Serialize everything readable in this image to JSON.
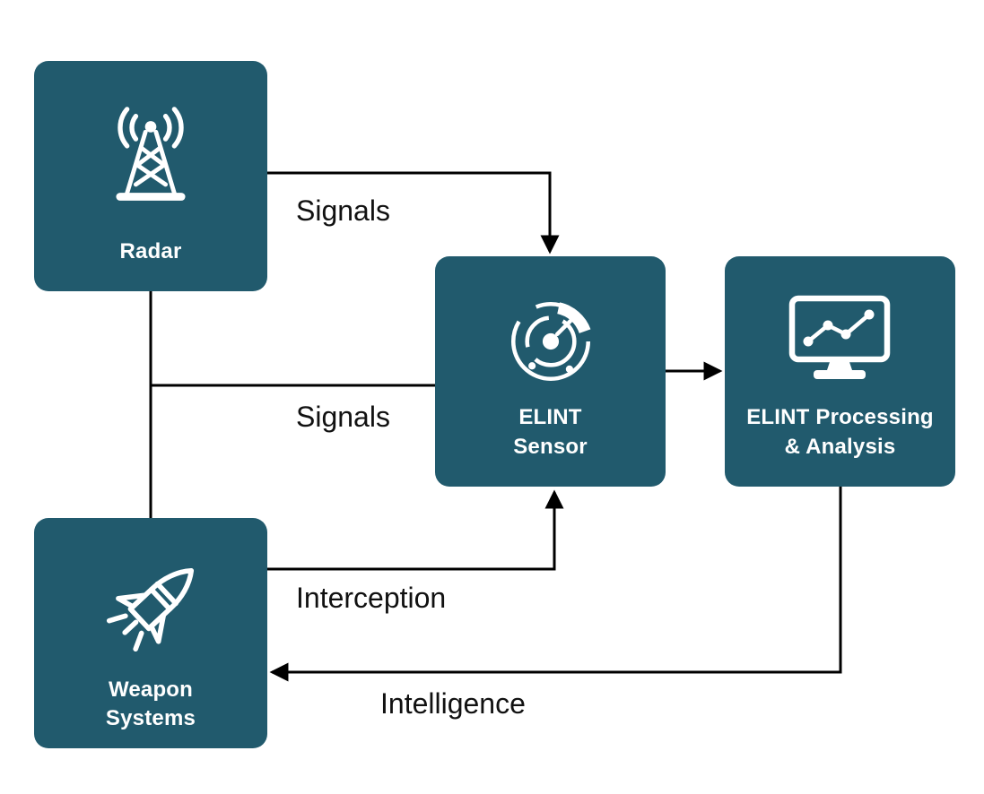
{
  "colors": {
    "node_fill": "#215a6d",
    "node_text": "#ffffff",
    "connector": "#000000",
    "edge_label_text": "#111111",
    "background": "#ffffff"
  },
  "nodes": {
    "radar": {
      "label": "Radar",
      "icon": "radio-tower-icon"
    },
    "weapon_systems": {
      "label": "Weapon\nSystems",
      "icon": "rocket-icon"
    },
    "elint_sensor": {
      "label": "ELINT\nSensor",
      "icon": "radar-scan-icon"
    },
    "elint_processing": {
      "label": "ELINT Processing\n& Analysis",
      "icon": "monitor-chart-icon"
    }
  },
  "edge_labels": {
    "signals_top": "Signals",
    "signals_mid": "Signals",
    "interception": "Interception",
    "intelligence": "Intelligence"
  }
}
